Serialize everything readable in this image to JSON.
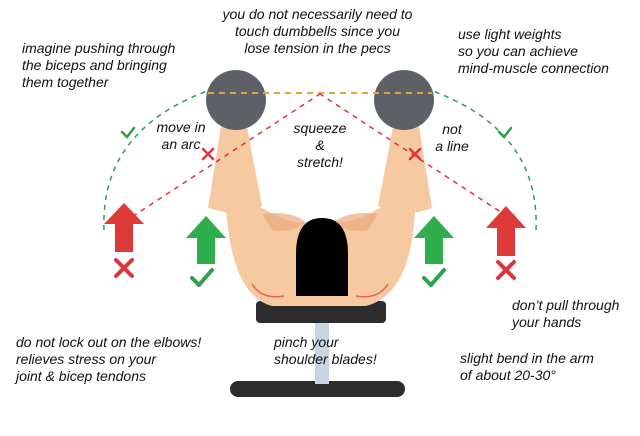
{
  "annotations": {
    "top_center": "you do not necessarily need to\ntouch dumbbells since you\nlose tension in the pecs",
    "top_left": "imagine pushing through\nthe biceps and bringing\nthem together",
    "top_right": "use light weights\nso you can achieve\nmind-muscle connection",
    "arc_label": "move in\nan arc",
    "squeeze_label": "squeeze\n&\nstretch!",
    "line_label": "not\na line",
    "pull_label": "don’t pull through\nyour hands",
    "elbows_label": "do not lock out on the elbows!\nrelieves stress on your\njoint & bicep tendons",
    "shoulder_label": "pinch your\nshoulder blades!",
    "bend_label": "slight bend in the arm\nof about 20-30°"
  },
  "colors": {
    "correct": "#2e9e4f",
    "wrong": "#d9363e",
    "arrow_green": "#2fae4e",
    "arrow_red": "#de3a3a",
    "dumbbell": "#5d6166",
    "skin": "#f7c9a0",
    "skin_shadow": "#eba97f",
    "head": "#000000",
    "bench": "#2c2c2c",
    "bench_leg": "#c9d4e2",
    "guide_line": "#e8a23a"
  },
  "icons": [
    "check-icon",
    "cross-icon",
    "up-arrow-icon"
  ]
}
